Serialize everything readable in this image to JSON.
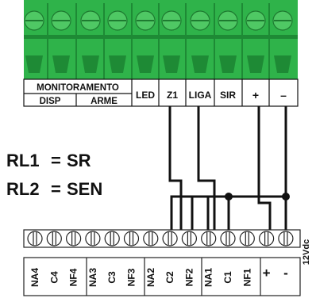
{
  "colors": {
    "connector_green": "#2fb34a",
    "connector_dark_green": "#1e8a35",
    "screw_face": "#4fc864",
    "wire": "#111111",
    "terminal_fill": "#ffffff",
    "terminal_stroke": "#222222"
  },
  "top_connector": {
    "group_labels": [
      "MONITORAMENTO"
    ],
    "sub_labels": [
      "DISP",
      "ARME"
    ],
    "terminals": [
      "LED",
      "Z1",
      "LIGA",
      "SIR",
      "+",
      "–"
    ]
  },
  "relay_legend": [
    {
      "relay": "RL1",
      "eq": "=",
      "func": "SR"
    },
    {
      "relay": "RL2",
      "eq": "=",
      "func": "SEN"
    }
  ],
  "bottom_block": {
    "terminals": [
      "NA4",
      "C4",
      "NF4",
      "NA3",
      "C3",
      "NF3",
      "NA2",
      "C2",
      "NF2",
      "NA1",
      "C1",
      "NF1",
      "+",
      "-"
    ],
    "voltage_label": "12Vdc"
  }
}
